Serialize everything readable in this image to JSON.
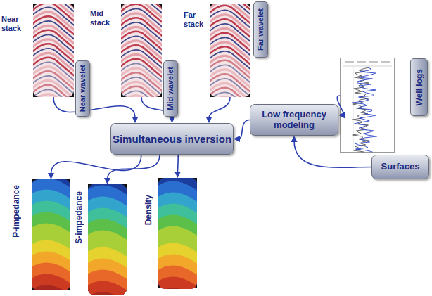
{
  "diagram": {
    "nodes": [
      {
        "text": [
          "Near stack"
        ]
      },
      {
        "text": [
          "Near wavelet"
        ]
      },
      {
        "text": [
          "Mid stack"
        ]
      },
      {
        "text": [
          "Mid wavelet"
        ]
      },
      {
        "text": [
          "Far stack"
        ]
      },
      {
        "text": [
          "Far wavelet"
        ]
      },
      {
        "text": [
          "Well logs"
        ]
      },
      {
        "text": [
          "Simultaneous inversion"
        ]
      },
      {
        "text": [
          "Low frequency modeling"
        ]
      },
      {
        "text": [
          "Surfaces"
        ]
      },
      {
        "text": [
          "P-impedance"
        ]
      },
      {
        "text": [
          "S-impedance"
        ]
      },
      {
        "text": [
          "Density"
        ]
      }
    ],
    "edges": [
      {
        "from": 0,
        "to": 7,
        "arrow": "to"
      },
      {
        "from": 2,
        "to": 7,
        "arrow": "to"
      },
      {
        "from": 4,
        "to": 7,
        "arrow": "to"
      },
      {
        "from": 8,
        "to": 7,
        "arrow": "to"
      },
      {
        "from": 6,
        "to": 8,
        "arrow": "to"
      },
      {
        "from": 9,
        "to": 8,
        "arrow": "to"
      },
      {
        "from": 7,
        "to": 10,
        "arrow": "to"
      },
      {
        "from": 7,
        "to": 11,
        "arrow": "to"
      },
      {
        "from": 7,
        "to": 12,
        "arrow": "to"
      }
    ]
  }
}
